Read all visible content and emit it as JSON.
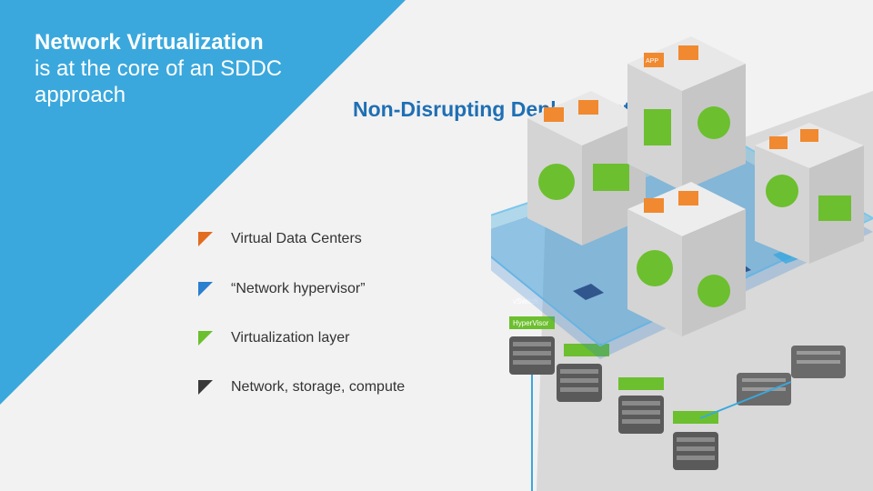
{
  "slide": {
    "title_bold": "Network Virtualization",
    "title_rest": "is at the core of an SDDC approach",
    "subtitle": "Non-Disrupting Deployment"
  },
  "bullets": [
    {
      "label": "Virtual Data Centers",
      "color": "#e26b1f"
    },
    {
      "label": "“Network hypervisor”",
      "color": "#2a7fcf"
    },
    {
      "label": "Virtualization layer",
      "color": "#6cbf2e"
    },
    {
      "label": "Network, storage, compute",
      "color": "#3a3a3a"
    }
  ],
  "illustration": {
    "app_tile": "APP",
    "vswitch_label": "vSwitch",
    "hypervisor_label": "HyperVisor"
  },
  "colors": {
    "accent_blue": "#3aa8dd",
    "heading_blue": "#1f6fb4",
    "app_orange": "#f0892f",
    "network_green": "#6cbf2e"
  }
}
